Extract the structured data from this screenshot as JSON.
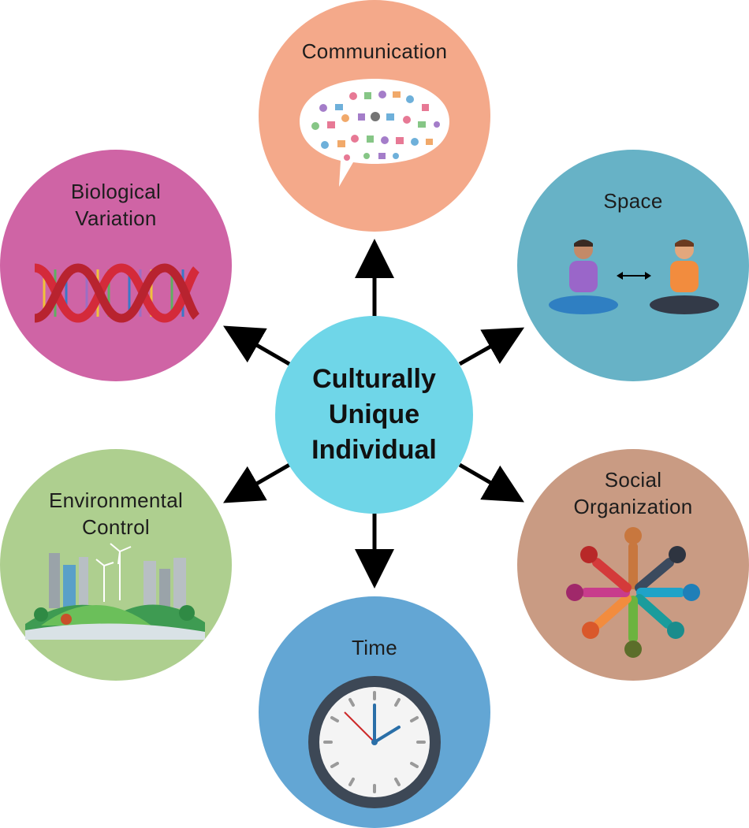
{
  "diagram": {
    "center": {
      "lines": [
        "Culturally",
        "Unique",
        "Individual"
      ],
      "color": "#6fd6e8"
    },
    "nodes": [
      {
        "id": "communication",
        "lines": [
          "Communication"
        ],
        "color": "#f4a98a"
      },
      {
        "id": "space",
        "lines": [
          "Space"
        ],
        "color": "#67b2c6"
      },
      {
        "id": "social-organization",
        "lines": [
          "Social",
          "Organization"
        ],
        "color": "#c99b83"
      },
      {
        "id": "time",
        "lines": [
          "Time"
        ],
        "color": "#63a6d4"
      },
      {
        "id": "environmental-control",
        "lines": [
          "Environmental",
          "Control"
        ],
        "color": "#aecf8f"
      },
      {
        "id": "biological-variation",
        "lines": [
          "Biological",
          "Variation"
        ],
        "color": "#cf64a5"
      }
    ],
    "arrow_color": "#000000",
    "icons": [
      "speech-bubble-icons",
      "two-people-sitting-apart-icon",
      "people-circle-icon",
      "clock-icon",
      "green-city-icon",
      "dna-helix-icon"
    ]
  }
}
